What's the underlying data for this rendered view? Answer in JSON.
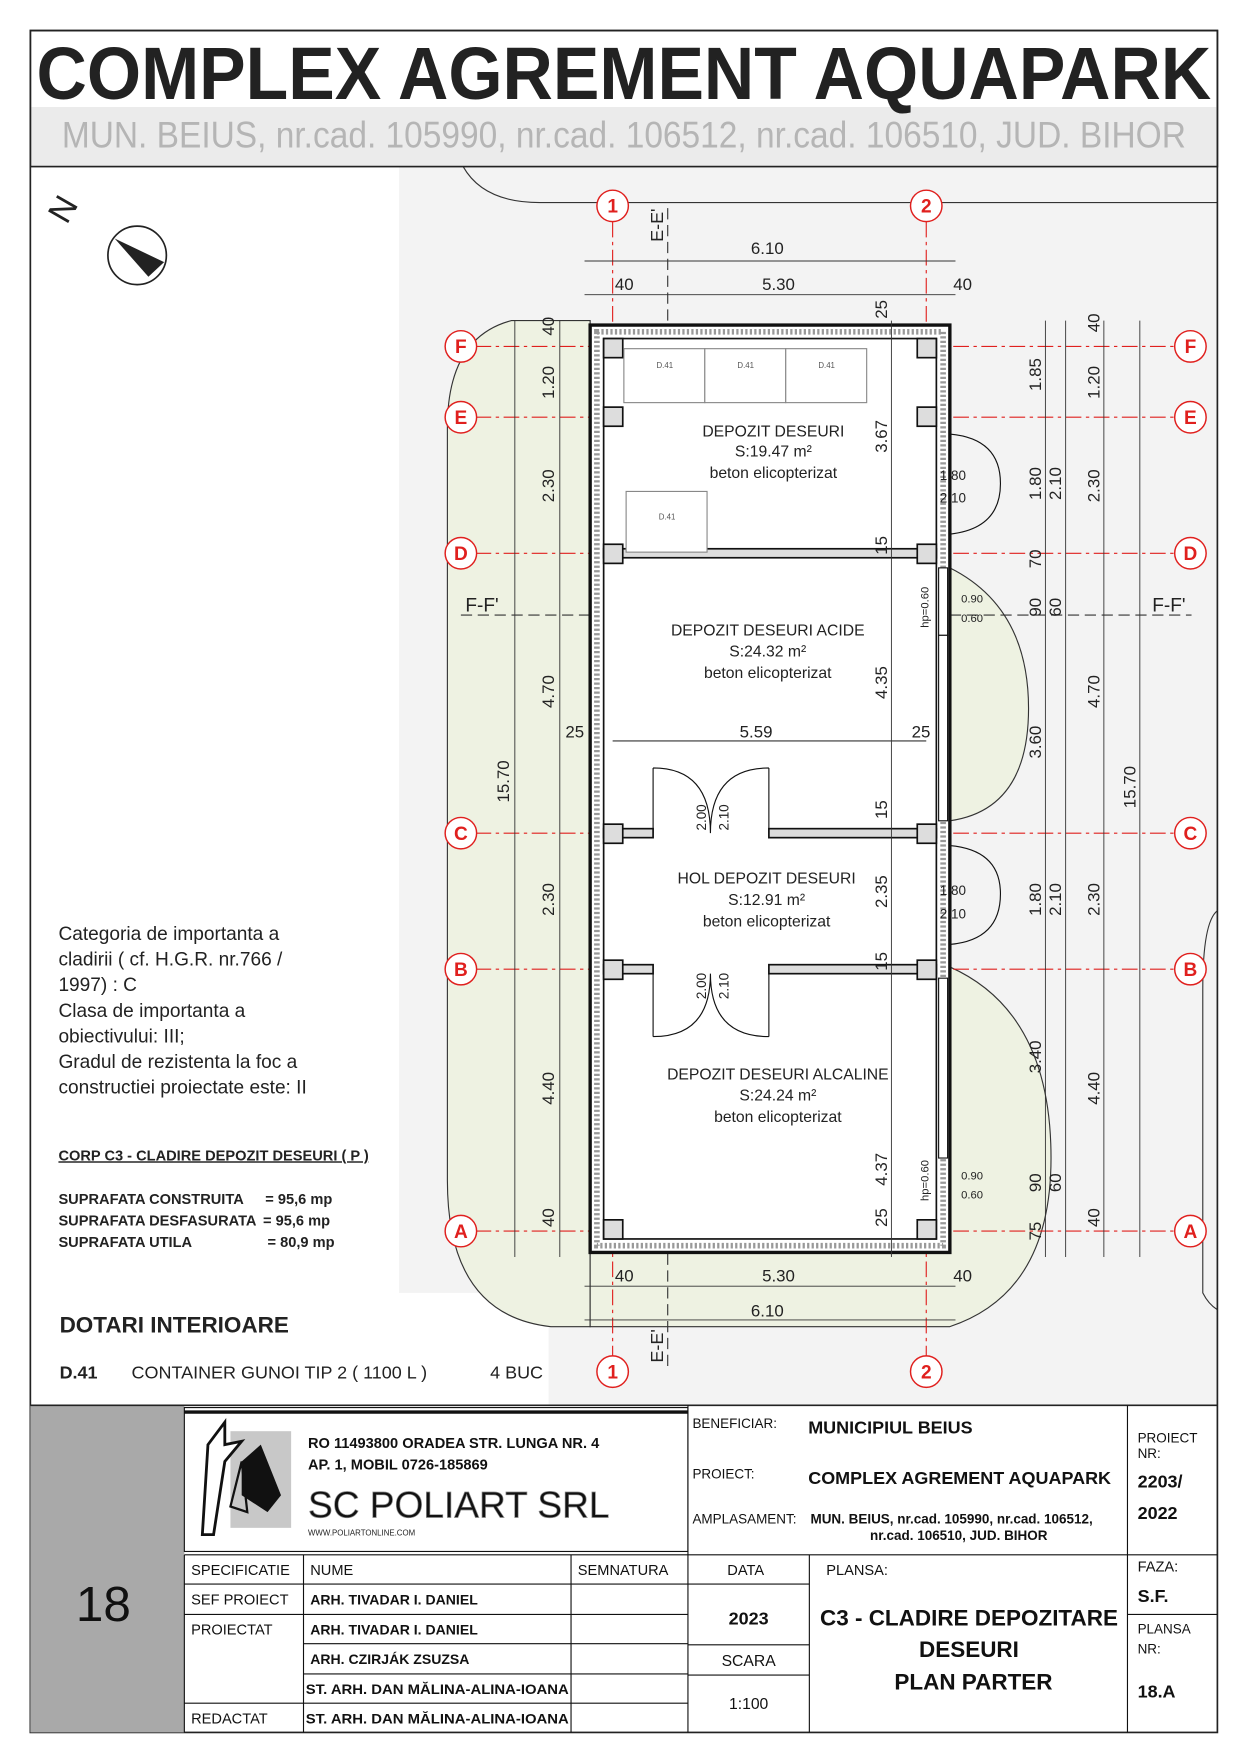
{
  "header": {
    "title": "COMPLEX AGREMENT AQUAPARK",
    "subtitle": "MUN. BEIUS, nr.cad. 105990, nr.cad. 106512, nr.cad. 106510, JUD. BIHOR"
  },
  "north": {
    "label": "N",
    "icon": "north-arrow-icon"
  },
  "axes": {
    "vertical": [
      "1",
      "2"
    ],
    "horizontal": [
      "F",
      "E",
      "D",
      "C",
      "B",
      "A"
    ],
    "color": "#e0201e"
  },
  "sections": {
    "ff": "F-F'",
    "ee": "E-E'"
  },
  "dims": {
    "top": [
      "6.10",
      "40",
      "5.30",
      "40"
    ],
    "bottom": [
      "40",
      "5.30",
      "40",
      "6.10"
    ],
    "left": [
      "40",
      "1.20",
      "2.30",
      "4.70",
      "2.30",
      "4.40",
      "40",
      "15.70"
    ],
    "inner": [
      "25",
      "3.67",
      "15",
      "4.35",
      "15",
      "2.35",
      "15",
      "4.37",
      "25"
    ],
    "right_a": [
      "1.85",
      "1.80",
      "70",
      "90",
      "3.60",
      "1.80",
      "3.40",
      "90",
      "75"
    ],
    "right_b": [
      "2.10",
      "60",
      "2.10",
      "60"
    ],
    "right_c": [
      "40",
      "1.20",
      "2.30",
      "4.70",
      "2.30",
      "4.40",
      "40",
      "15.70"
    ],
    "middle": [
      "25",
      "5.59",
      "25"
    ],
    "doors": [
      "1 80",
      "2 10",
      "1 80",
      "2 10",
      "0.90",
      "0.60",
      "0.90",
      "0.60",
      "hp=0.60",
      "hp=0.60",
      "2.00",
      "2.10",
      "2.00",
      "2.10"
    ]
  },
  "containers": [
    "D.41",
    "D.41",
    "D.41",
    "D.41"
  ],
  "rooms": [
    {
      "name": "DEPOZIT DESEURI",
      "area": "S:19.47 m²",
      "floor": "beton elicopterizat"
    },
    {
      "name": "DEPOZIT DESEURI ACIDE",
      "area": "S:24.32 m²",
      "floor": "beton elicopterizat"
    },
    {
      "name": "HOL DEPOZIT DESEURI",
      "area": "S:12.91 m²",
      "floor": "beton elicopterizat"
    },
    {
      "name": "DEPOZIT DESEURI ALCALINE",
      "area": "S:24.24 m²",
      "floor": "beton elicopterizat"
    }
  ],
  "notes": [
    "Categoria de importanta a",
    "cladirii ( cf. H.G.R. nr.766 /",
    "1997) : C",
    "Clasa de importanta a",
    "obiectivului: III;",
    "Gradul de rezistenta la foc a",
    "constructiei proiectate este: II"
  ],
  "corp": {
    "title": "CORP C3 - CLADIRE DEPOZIT DESEURI ( P )",
    "rows": [
      {
        "label": "SUPRAFATA CONSTRUITA",
        "value": "= 95,6 mp"
      },
      {
        "label": "SUPRAFATA DESFASURATA",
        "value": "= 95,6 mp"
      },
      {
        "label": "SUPRAFATA UTILA",
        "value": "= 80,9 mp"
      }
    ]
  },
  "dotari": {
    "title": "DOTARI INTERIOARE",
    "items": [
      {
        "code": "D.41",
        "desc": "CONTAINER GUNOI TIP 2 ( 1100 L )",
        "qty": "4 BUC"
      }
    ]
  },
  "titleblock": {
    "sheet_number": "18",
    "company": {
      "address1": "RO 11493800 ORADEA STR. LUNGA NR. 4",
      "address2": "AP. 1, MOBIL  0726-185869",
      "name": "SC POLIART SRL",
      "web": "WWW.POLIARTONLINE.COM"
    },
    "beneficiar_label": "BENEFICIAR:",
    "beneficiar": "MUNICIPIUL BEIUS",
    "proiect_label": "PROIECT:",
    "proiect": "COMPLEX AGREMENT AQUAPARK",
    "amplasament_label": "AMPLASAMENT:",
    "amplasament1": "MUN. BEIUS, nr.cad. 105990, nr.cad. 106512,",
    "amplasament2": "nr.cad. 106510, JUD. BIHOR",
    "proiect_nr_label1": "PROIECT",
    "proiect_nr_label2": "NR:",
    "proiect_nr1": "2203/",
    "proiect_nr2": "2022",
    "headers": [
      "SPECIFICATIE",
      "NUME",
      "SEMNATURA",
      "DATA",
      "PLANSA:",
      "FAZA:"
    ],
    "roles": [
      "SEF PROIECT",
      "PROIECTAT",
      "",
      "",
      "REDACTAT"
    ],
    "names": [
      "ARH. TIVADAR I. DANIEL",
      "ARH. TIVADAR I. DANIEL",
      "ARH. CZIRJÁK ZSUZSA",
      "ST. ARH. DAN MĂLINA-ALINA-IOANA",
      "ST. ARH. DAN MĂLINA-ALINA-IOANA"
    ],
    "data": "2023",
    "scara_label": "SCARA",
    "scara": "1:100",
    "plansa1": "C3 - CLADIRE DEPOZITARE",
    "plansa2": "DESEURI",
    "plansa3": "PLAN PARTER",
    "faza": "S.F.",
    "plansa_nr_label1": "PLANSA",
    "plansa_nr_label2": "NR:",
    "plansa_nr": "18.A"
  }
}
